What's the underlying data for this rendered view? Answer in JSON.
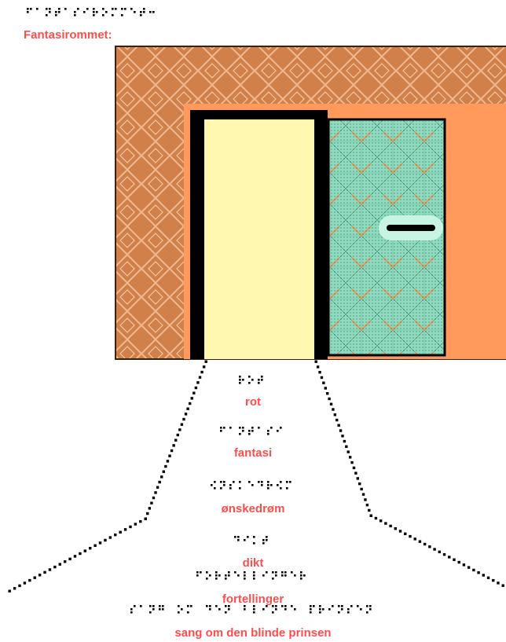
{
  "heading": "Fantasirommet:",
  "words": [
    "rot",
    "fantasi",
    "ønskedrøm",
    "dikt",
    "fortellinger",
    "sang om den blinde prinsen"
  ],
  "colors": {
    "label": "#ff4d4d",
    "wall": "#d2804a",
    "wall_edge": "#3a2010",
    "door_frame": "#ff9a5c",
    "door_open": "#fff8b0",
    "door_panel": "#8fdcc0",
    "dots": "#000000"
  },
  "icons": [
    "braille-text",
    "door-handle-icon",
    "wall-texture",
    "light-beam-dots"
  ]
}
